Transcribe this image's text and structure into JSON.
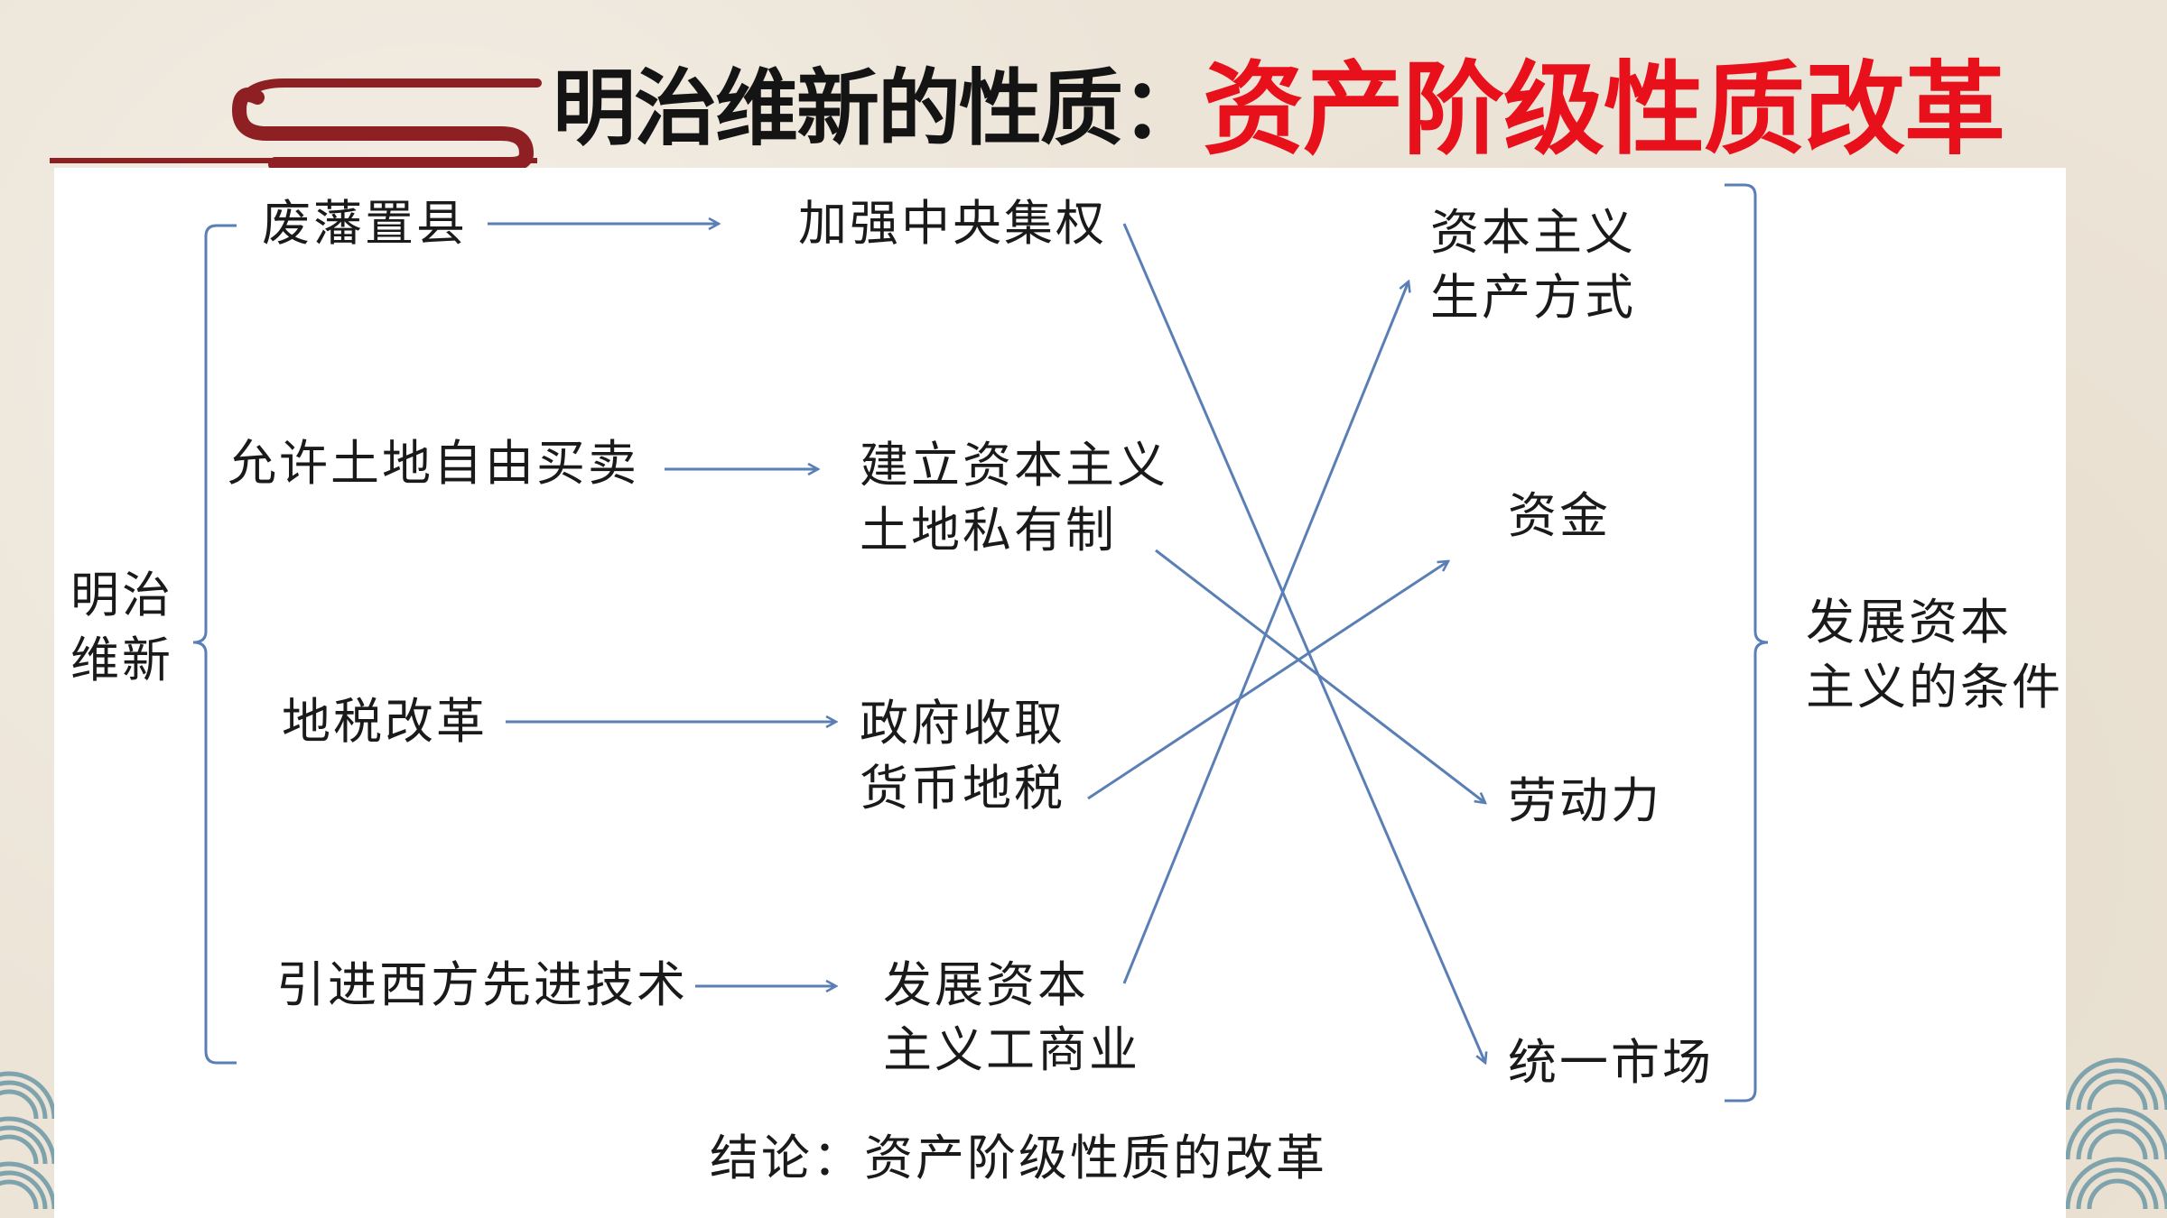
{
  "title": {
    "prefix": "明治维新的性质：",
    "highlight": "资产阶级性质改革"
  },
  "colors": {
    "accent_red": "#e8101a",
    "deco_red": "#8e1f22",
    "arrow_blue": "#5a7fb5",
    "background": "#ece4d7"
  },
  "diagram": {
    "root": "明治\n维新",
    "measures": [
      "废藩置县",
      "允许土地自由买卖",
      "地税改革",
      "引进西方先进技术"
    ],
    "effects": [
      "加强中央集权",
      "建立资本主义\n土地私有制",
      "政府收取\n货币地税",
      "发展资本\n主义工商业"
    ],
    "conditions": [
      "资本主义\n生产方式",
      "资金",
      "劳动力",
      "统一市场"
    ],
    "summary": "发展资本\n主义的条件",
    "conclusion": "结论：资产阶级性质的改革"
  }
}
